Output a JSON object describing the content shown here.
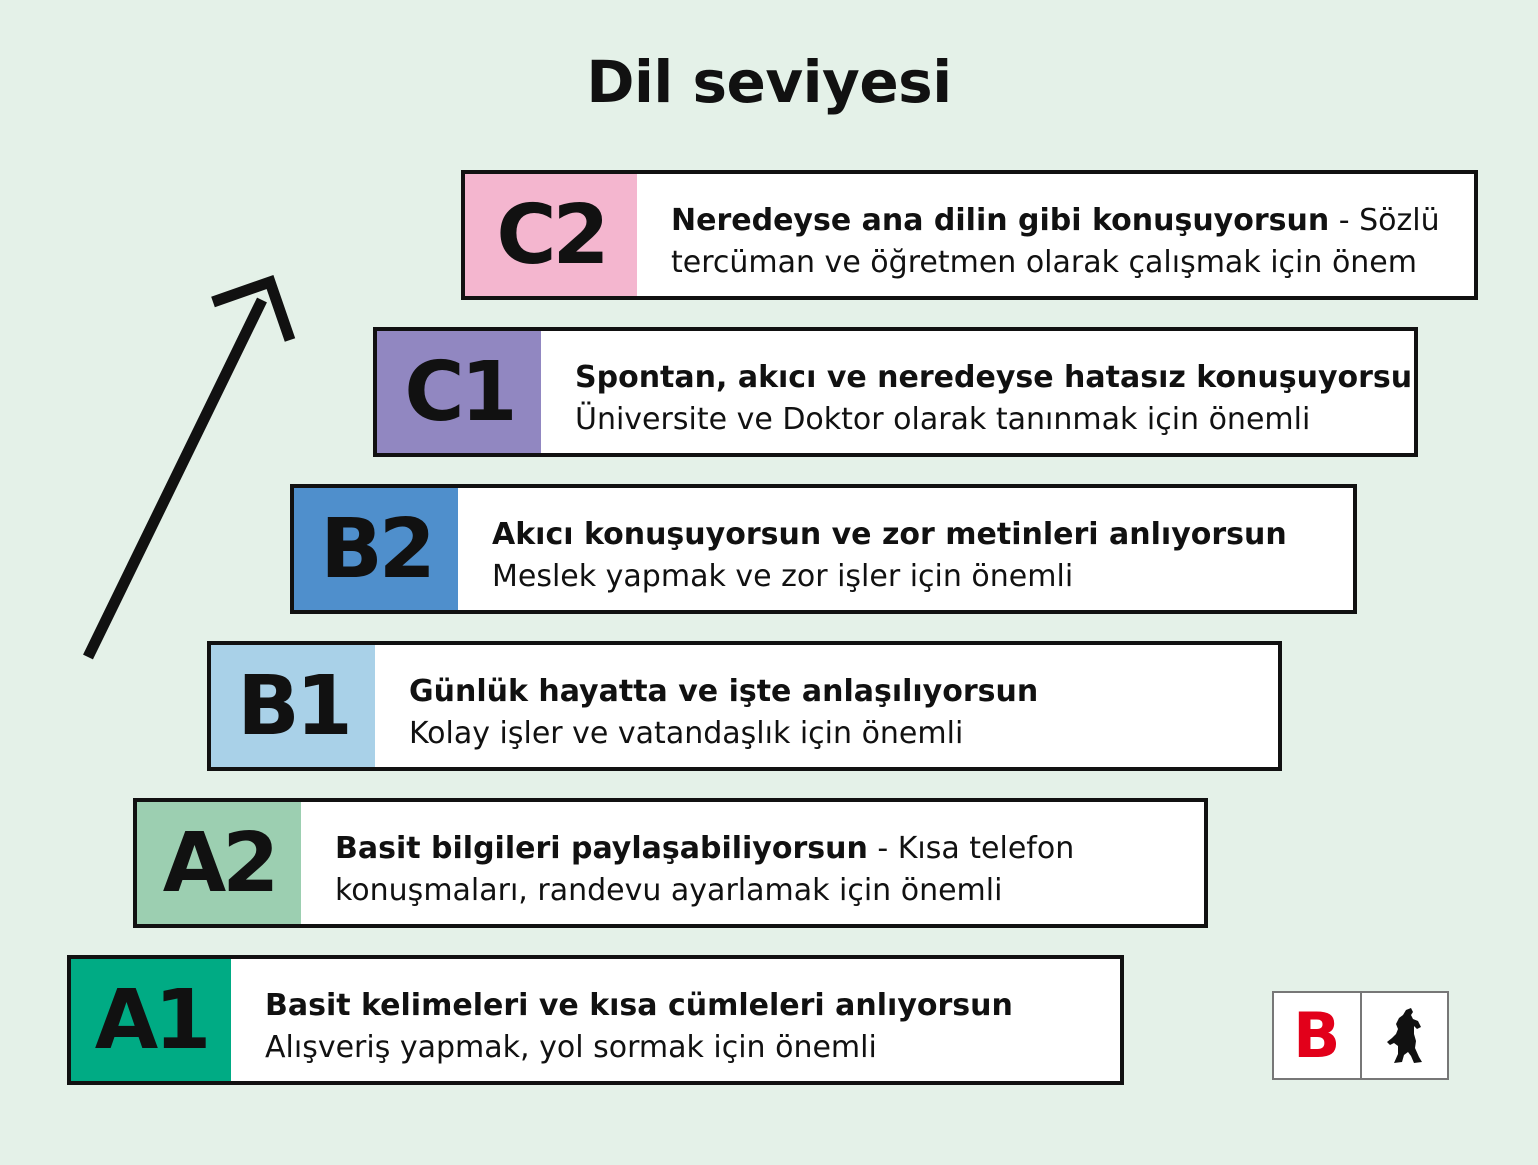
{
  "title": "Dil seviyesi",
  "levels": [
    {
      "code": "C2",
      "color": "#f4b6cf",
      "bold": "Neredeyse ana dilin gibi konuşuyorsun",
      "rest_inline": " - Sözlü",
      "line2": "tercüman ve öğretmen olarak çalışmak için önem"
    },
    {
      "code": "C1",
      "color": "#9187c1",
      "bold": "Spontan, akıcı ve neredeyse hatasız konuşuyorsun",
      "rest_inline": "",
      "line2": "Üniversite ve Doktor olarak tanınmak için önemli"
    },
    {
      "code": "B2",
      "color": "#4f8fcc",
      "bold": "Akıcı konuşuyorsun ve zor metinleri anlıyorsun",
      "rest_inline": "",
      "line2": "Meslek yapmak ve zor işler için önemli"
    },
    {
      "code": "B1",
      "color": "#a9d1e8",
      "bold": "Günlük hayatta ve işte anlaşılıyorsun",
      "rest_inline": "",
      "line2": "Kolay işler ve vatandaşlık için önemli"
    },
    {
      "code": "A2",
      "color": "#9ccfb1",
      "bold": "Basit bilgileri paylaşabiliyorsun",
      "rest_inline": " - Kısa telefon",
      "line2": "konuşmaları, randevu ayarlamak için önemli"
    },
    {
      "code": "A1",
      "color": "#00ab84",
      "bold": "Basit kelimeleri ve kısa cümleleri anlıyorsun",
      "rest_inline": "",
      "line2": "Alışveriş yapmak, yol sormak için önemli"
    }
  ],
  "logo": {
    "letter": "B",
    "letter_color": "#e2001a",
    "icon": "berlin-bear-icon"
  },
  "arrow_icon": "arrow-up-right-icon"
}
